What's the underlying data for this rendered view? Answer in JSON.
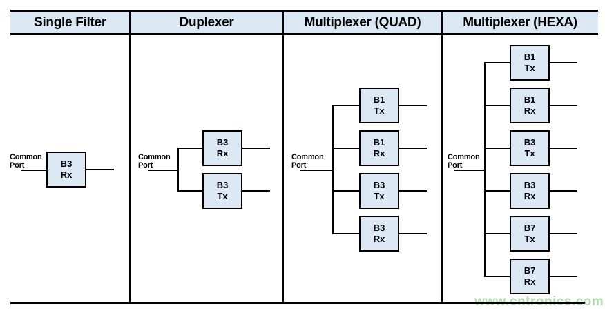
{
  "panels": [
    {
      "header": "Single Filter",
      "common_port": "Common Port",
      "boxes": [
        {
          "line1": "B3",
          "line2": "Rx"
        }
      ]
    },
    {
      "header": "Duplexer",
      "common_port": "Common Port",
      "boxes": [
        {
          "line1": "B3",
          "line2": "Rx"
        },
        {
          "line1": "B3",
          "line2": "Tx"
        }
      ]
    },
    {
      "header": "Multiplexer (QUAD)",
      "common_port": "Common Port",
      "boxes": [
        {
          "line1": "B1",
          "line2": "Tx"
        },
        {
          "line1": "B1",
          "line2": "Rx"
        },
        {
          "line1": "B3",
          "line2": "Tx"
        },
        {
          "line1": "B3",
          "line2": "Rx"
        }
      ]
    },
    {
      "header": "Multiplexer (HEXA)",
      "common_port": "Common Port",
      "boxes": [
        {
          "line1": "B1",
          "line2": "Tx"
        },
        {
          "line1": "B1",
          "line2": "Rx"
        },
        {
          "line1": "B3",
          "line2": "Tx"
        },
        {
          "line1": "B3",
          "line2": "Rx"
        },
        {
          "line1": "B7",
          "line2": "Tx"
        },
        {
          "line1": "B7",
          "line2": "Rx"
        }
      ]
    }
  ],
  "watermark": "www.cntronics.com",
  "colors": {
    "box_fill": "#dce9f5",
    "header_fill": "#dbe8f4",
    "line": "#000000",
    "watermark_green": "#b0dcab"
  }
}
